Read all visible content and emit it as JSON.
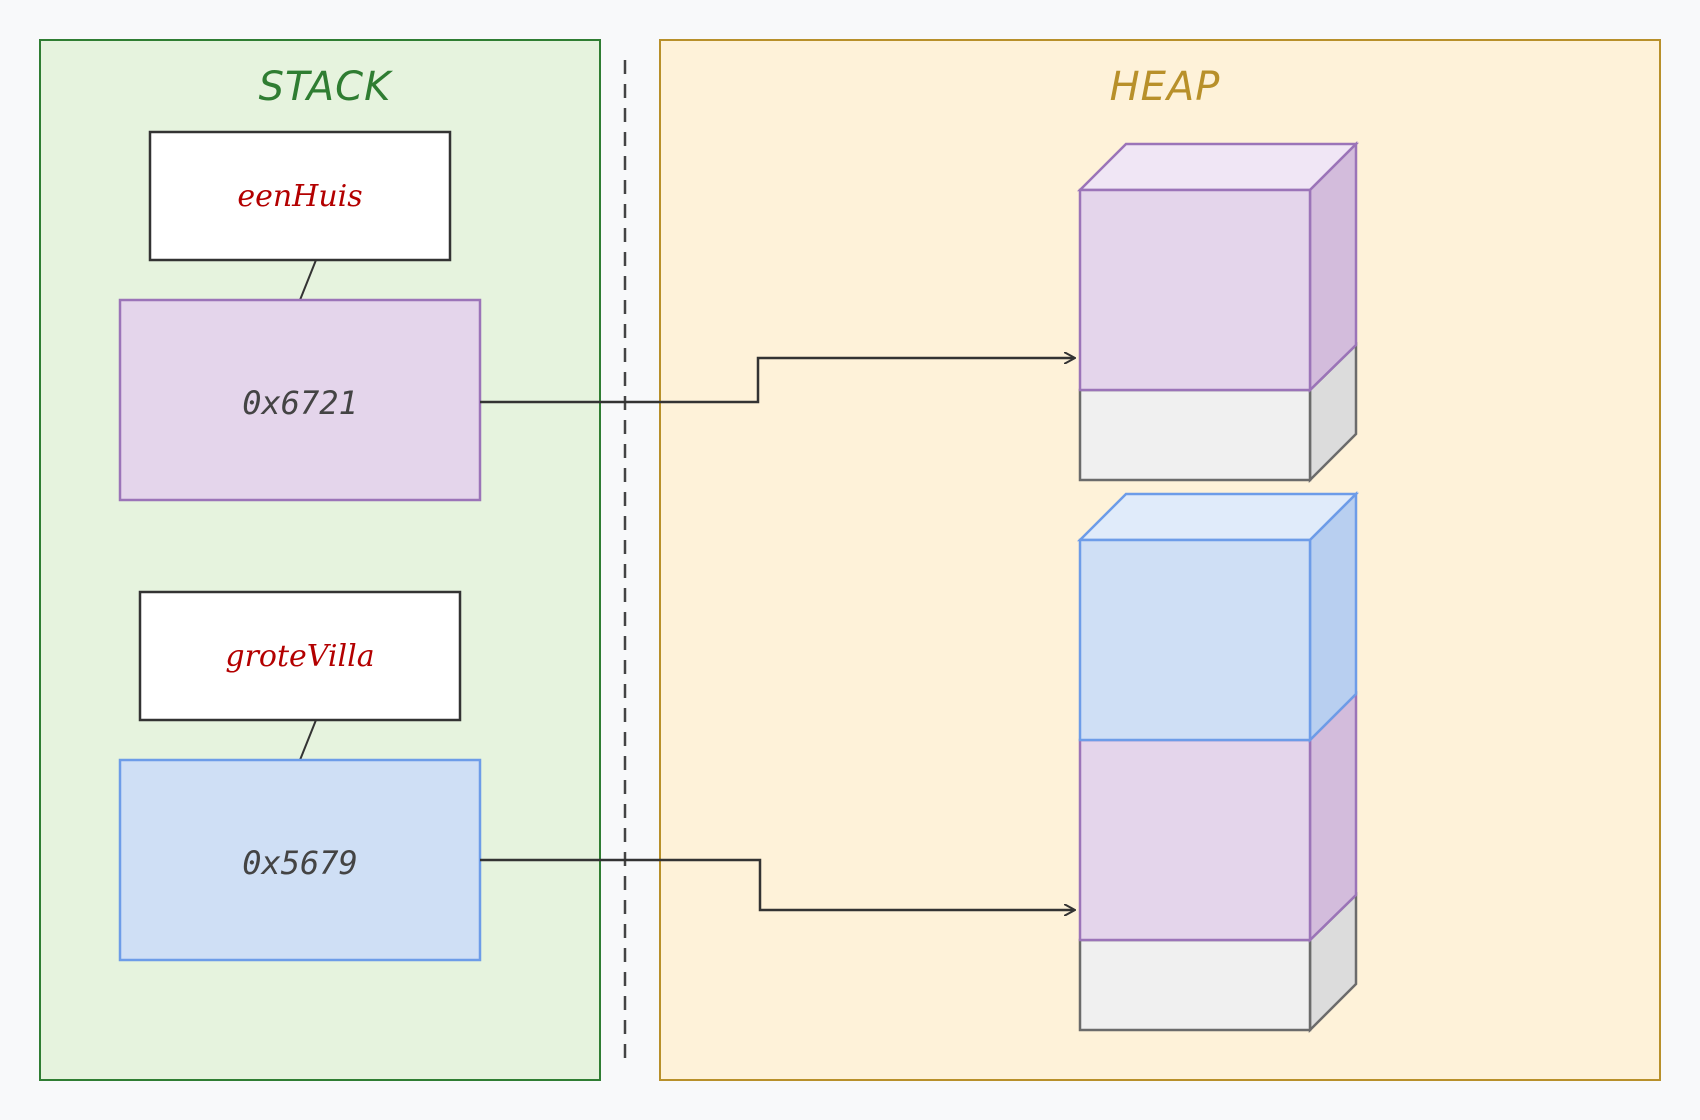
{
  "stack": {
    "title": "STACK",
    "colors": {
      "fill": "#e6f3de",
      "stroke": "#2f7d32",
      "title": "#2f7d32"
    },
    "vars": [
      {
        "name": "eenHuis",
        "address": "0x6721",
        "name_color": "#b30000",
        "box_fill": "#e4d5eb",
        "box_stroke": "#9b74b8"
      },
      {
        "name": "groteVilla",
        "address": "0x5679",
        "name_color": "#b30000",
        "box_fill": "#cfdff5",
        "box_stroke": "#6d9ce8"
      }
    ]
  },
  "heap": {
    "title": "HEAP",
    "colors": {
      "fill": "#fef2d9",
      "stroke": "#b8902a",
      "title": "#b8902a"
    }
  },
  "colors": {
    "divider": "#444444",
    "arrow": "#333333",
    "text_dark": "#444444",
    "purple_front": "#e4d5eb",
    "purple_top": "#f0e6f5",
    "purple_side": "#d3bcdc",
    "purple_stroke": "#9b74b8",
    "blue_front": "#cfdff5",
    "blue_top": "#e0ebfa",
    "blue_side": "#b8cff0",
    "blue_stroke": "#6d9ce8",
    "gray_front": "#f0f0f0",
    "gray_side": "#dcdcdc",
    "gray_stroke": "#6b6b6b"
  }
}
